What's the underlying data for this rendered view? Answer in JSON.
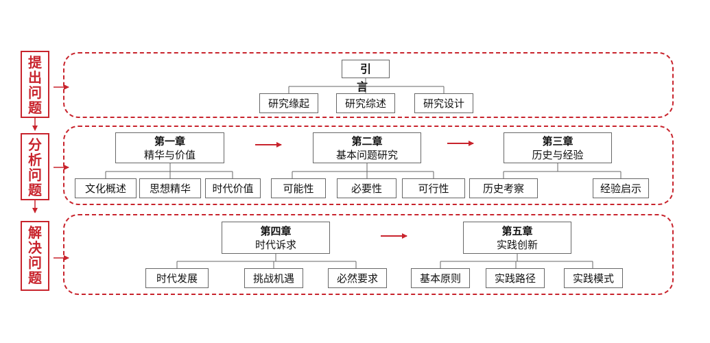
{
  "stages": [
    {
      "label": "提出问题",
      "chars": [
        "提",
        "出",
        "问",
        "题"
      ]
    },
    {
      "label": "分析问题",
      "chars": [
        "分",
        "析",
        "问",
        "题"
      ]
    },
    {
      "label": "解决问题",
      "chars": [
        "解",
        "决",
        "问",
        "题"
      ]
    }
  ],
  "intro": {
    "title": "引  言",
    "items": [
      "研究缘起",
      "研究综述",
      "研究设计"
    ]
  },
  "chapters": [
    {
      "number": "第一章",
      "name": "精华与价值",
      "items": [
        "文化概述",
        "思想精华",
        "时代价值"
      ]
    },
    {
      "number": "第二章",
      "name": "基本问题研究",
      "items": [
        "可能性",
        "必要性",
        "可行性"
      ]
    },
    {
      "number": "第三章",
      "name": "历史与经验",
      "items": [
        "历史考察",
        "经验启示"
      ]
    },
    {
      "number": "第四章",
      "name": "时代诉求",
      "items": [
        "时代发展",
        "挑战机遇",
        "必然要求"
      ]
    },
    {
      "number": "第五章",
      "name": "实践创新",
      "items": [
        "基本原则",
        "实践路径",
        "实践模式"
      ]
    }
  ],
  "colors": {
    "accent": "#c8232c",
    "line": "#666666"
  }
}
